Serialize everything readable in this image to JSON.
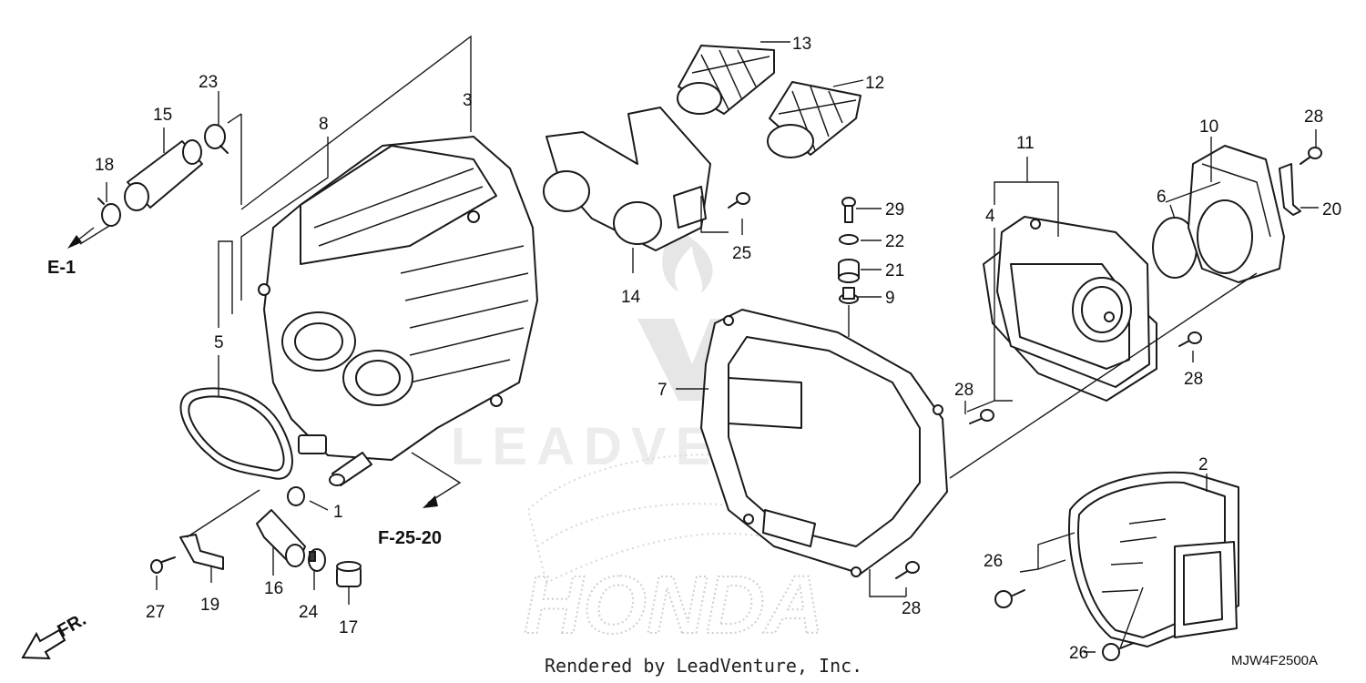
{
  "callouts": [
    {
      "id": "1",
      "label": "1"
    },
    {
      "id": "2",
      "label": "2"
    },
    {
      "id": "3",
      "label": "3"
    },
    {
      "id": "4",
      "label": "4"
    },
    {
      "id": "5",
      "label": "5"
    },
    {
      "id": "6",
      "label": "6"
    },
    {
      "id": "7",
      "label": "7"
    },
    {
      "id": "8",
      "label": "8"
    },
    {
      "id": "9",
      "label": "9"
    },
    {
      "id": "10",
      "label": "10"
    },
    {
      "id": "11",
      "label": "11"
    },
    {
      "id": "12",
      "label": "12"
    },
    {
      "id": "13",
      "label": "13"
    },
    {
      "id": "14",
      "label": "14"
    },
    {
      "id": "15",
      "label": "15"
    },
    {
      "id": "16",
      "label": "16"
    },
    {
      "id": "17",
      "label": "17"
    },
    {
      "id": "18",
      "label": "18"
    },
    {
      "id": "19",
      "label": "19"
    },
    {
      "id": "20",
      "label": "20"
    },
    {
      "id": "21",
      "label": "21"
    },
    {
      "id": "22",
      "label": "22"
    },
    {
      "id": "23",
      "label": "23"
    },
    {
      "id": "24",
      "label": "24"
    },
    {
      "id": "25",
      "label": "25"
    },
    {
      "id": "26a",
      "label": "26"
    },
    {
      "id": "26b",
      "label": "26"
    },
    {
      "id": "27",
      "label": "27"
    },
    {
      "id": "28a",
      "label": "28"
    },
    {
      "id": "28b",
      "label": "28"
    },
    {
      "id": "28c",
      "label": "28"
    },
    {
      "id": "28d",
      "label": "28"
    },
    {
      "id": "29",
      "label": "29"
    }
  ],
  "references": {
    "e1": "E-1",
    "f2520": "F-25-20",
    "front": "FR."
  },
  "watermark": {
    "brand": "LEADVENTURE",
    "logo": "HONDA"
  },
  "footer": {
    "rendered_by": "Rendered by LeadVenture, Inc.",
    "diagram_code": "MJW4F2500A"
  }
}
